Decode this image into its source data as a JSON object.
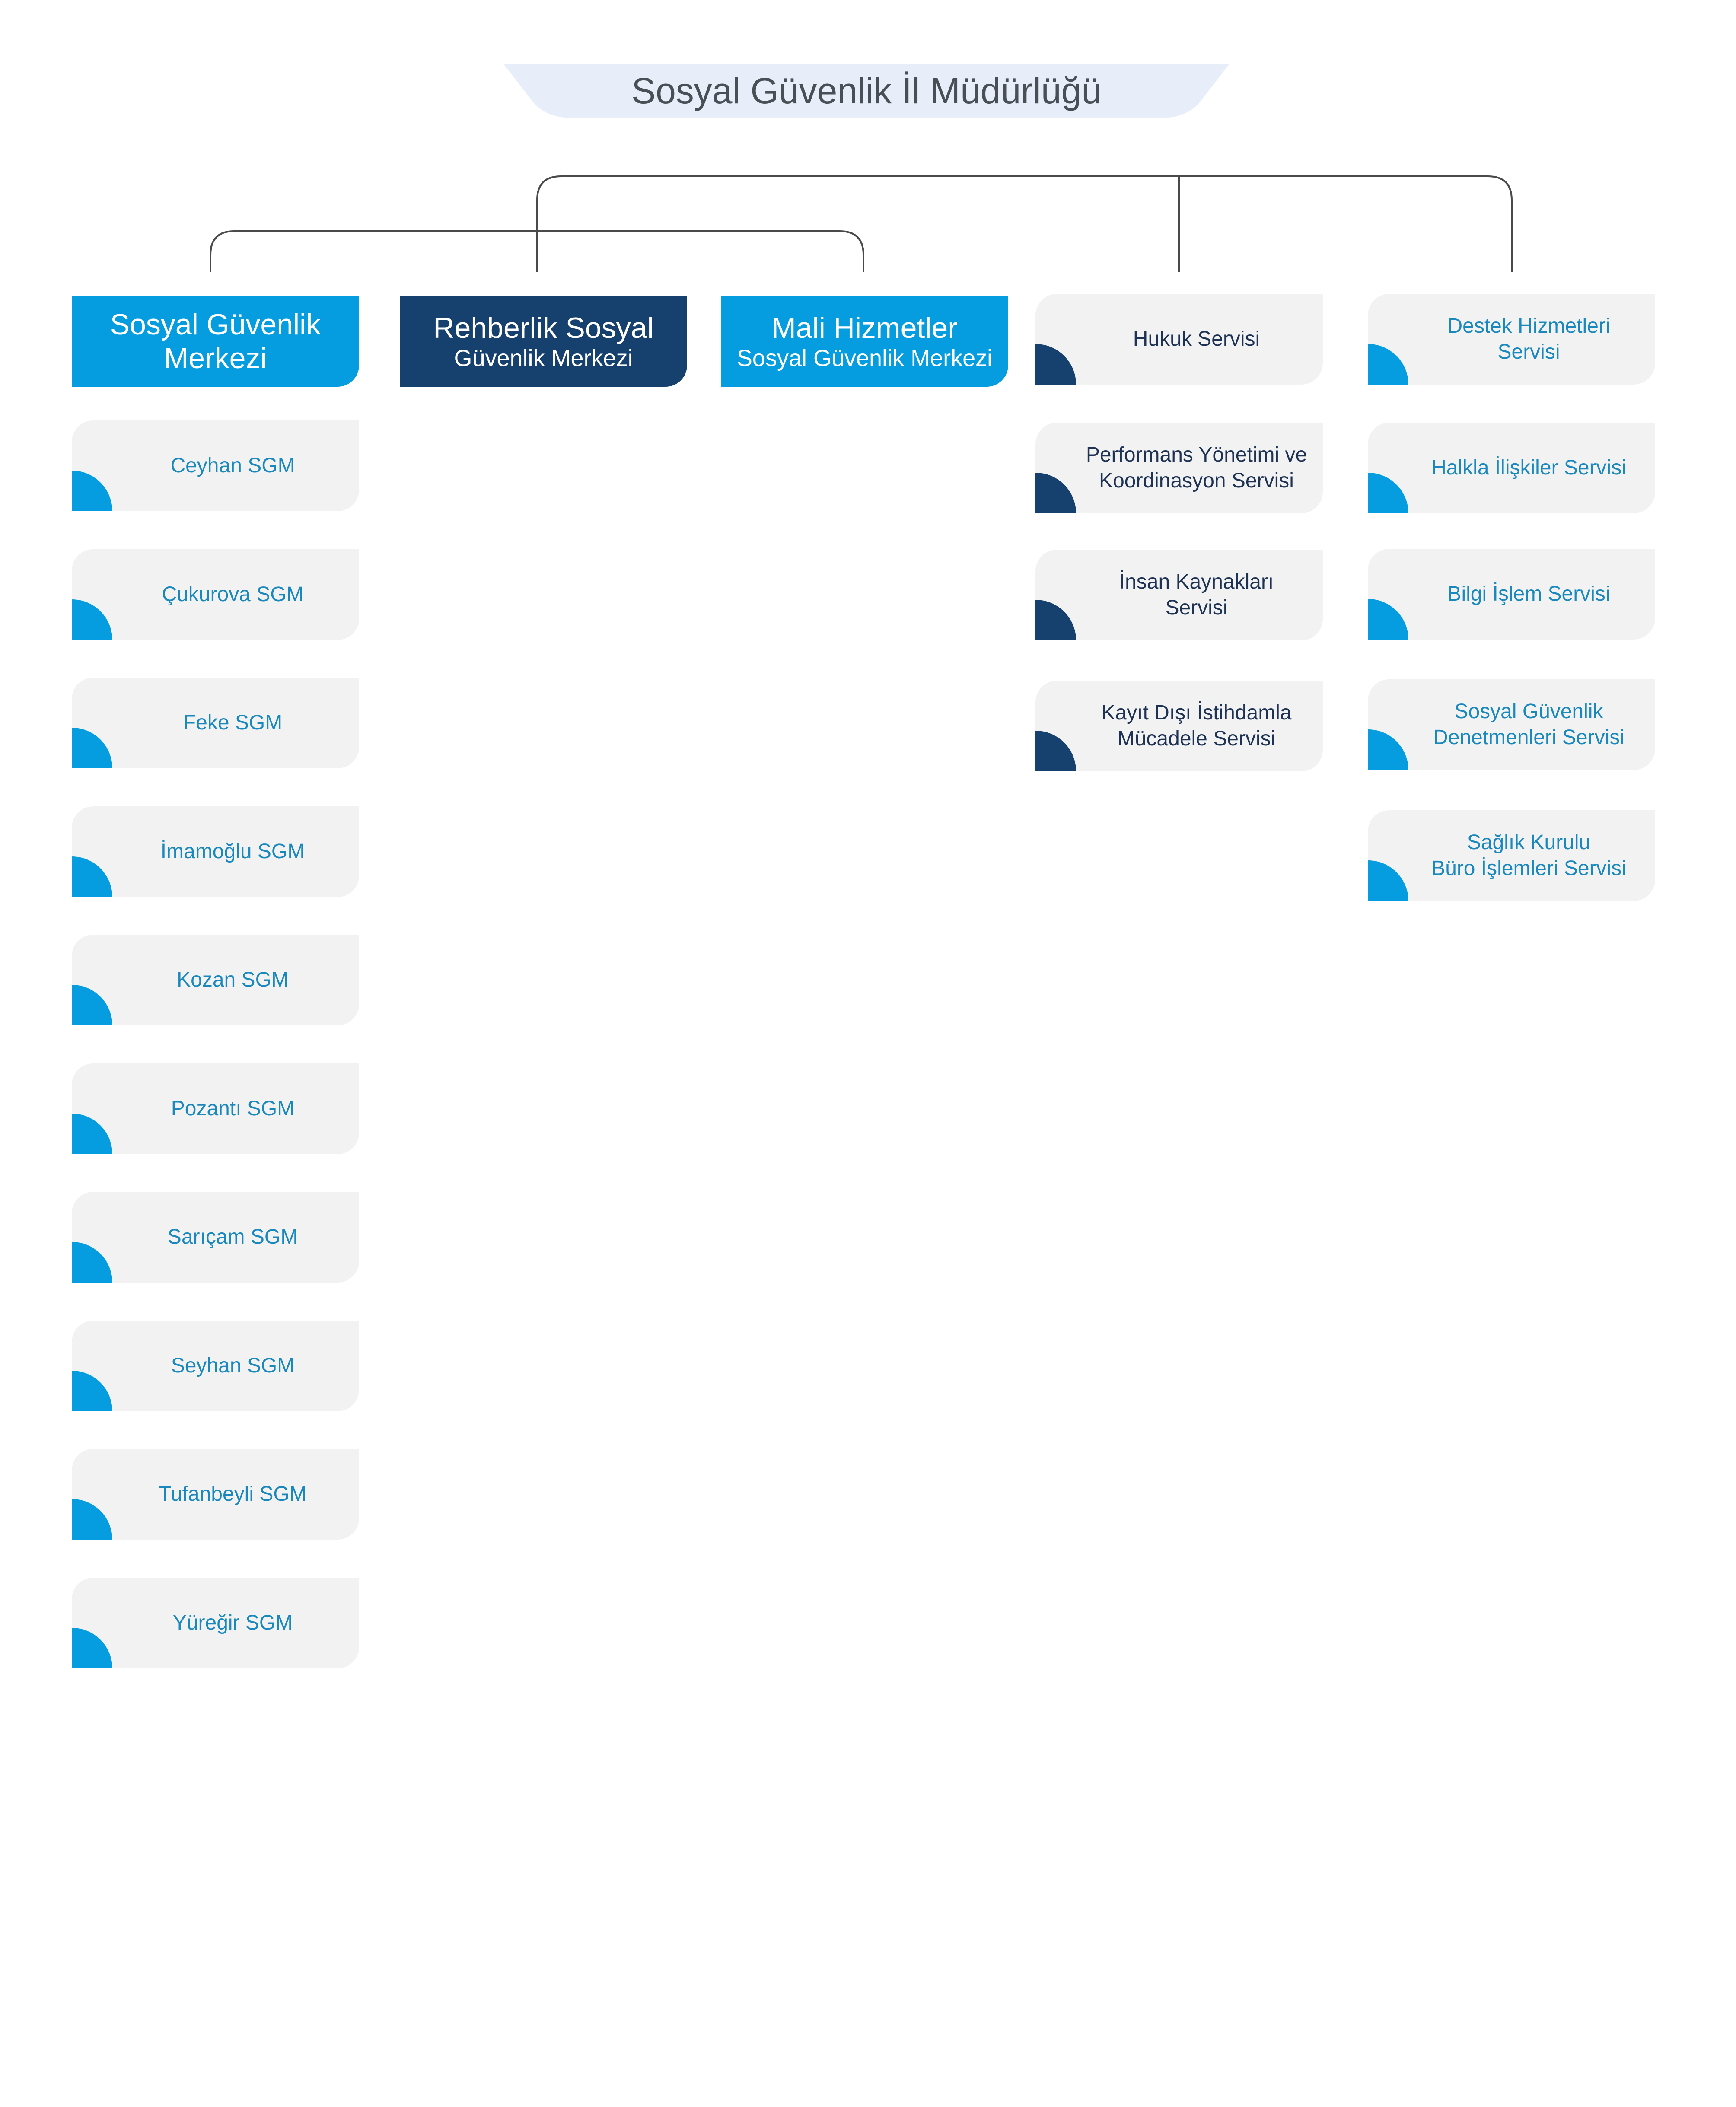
{
  "title": "Sosyal Güvenlik İl Müdürlüğü",
  "colors": {
    "accent_blue": "#059de0",
    "dark_navy": "#16406e",
    "card_bg": "#f2f2f2",
    "banner_bg": "#e8eef9",
    "connector": "#4a4a4a"
  },
  "headers": [
    {
      "line1": "Sosyal Güvenlik",
      "line2": "Merkezi",
      "style": "light"
    },
    {
      "line1": "Rehberlik Sosyal",
      "line2": "Güvenlik Merkezi",
      "style": "dark"
    },
    {
      "line1": "Mali Hizmetler",
      "line2": "Sosyal Güvenlik Merkezi",
      "style": "light"
    }
  ],
  "sgm_list": [
    "Ceyhan SGM",
    "Çukurova SGM",
    "Feke SGM",
    "İmamoğlu SGM",
    "Kozan SGM",
    "Pozantı SGM",
    "Sarıçam SGM",
    "Seyhan SGM",
    "Tufanbeyli SGM",
    "Yüreğir SGM"
  ],
  "services_col4": [
    [
      "Hukuk Servisi"
    ],
    [
      "Performans Yönetimi ve",
      "Koordinasyon Servisi"
    ],
    [
      "İnsan Kaynakları",
      "Servisi"
    ],
    [
      "Kayıt Dışı İstihdamla",
      "Mücadele Servisi"
    ]
  ],
  "services_col5": [
    [
      "Destek Hizmetleri",
      "Servisi"
    ],
    [
      "Halkla İlişkiler Servisi"
    ],
    [
      "Bilgi İşlem Servisi"
    ],
    [
      "Sosyal Güvenlik",
      "Denetmenleri Servisi"
    ],
    [
      "Sağlık Kurulu",
      "Büro İşlemleri Servisi"
    ]
  ]
}
